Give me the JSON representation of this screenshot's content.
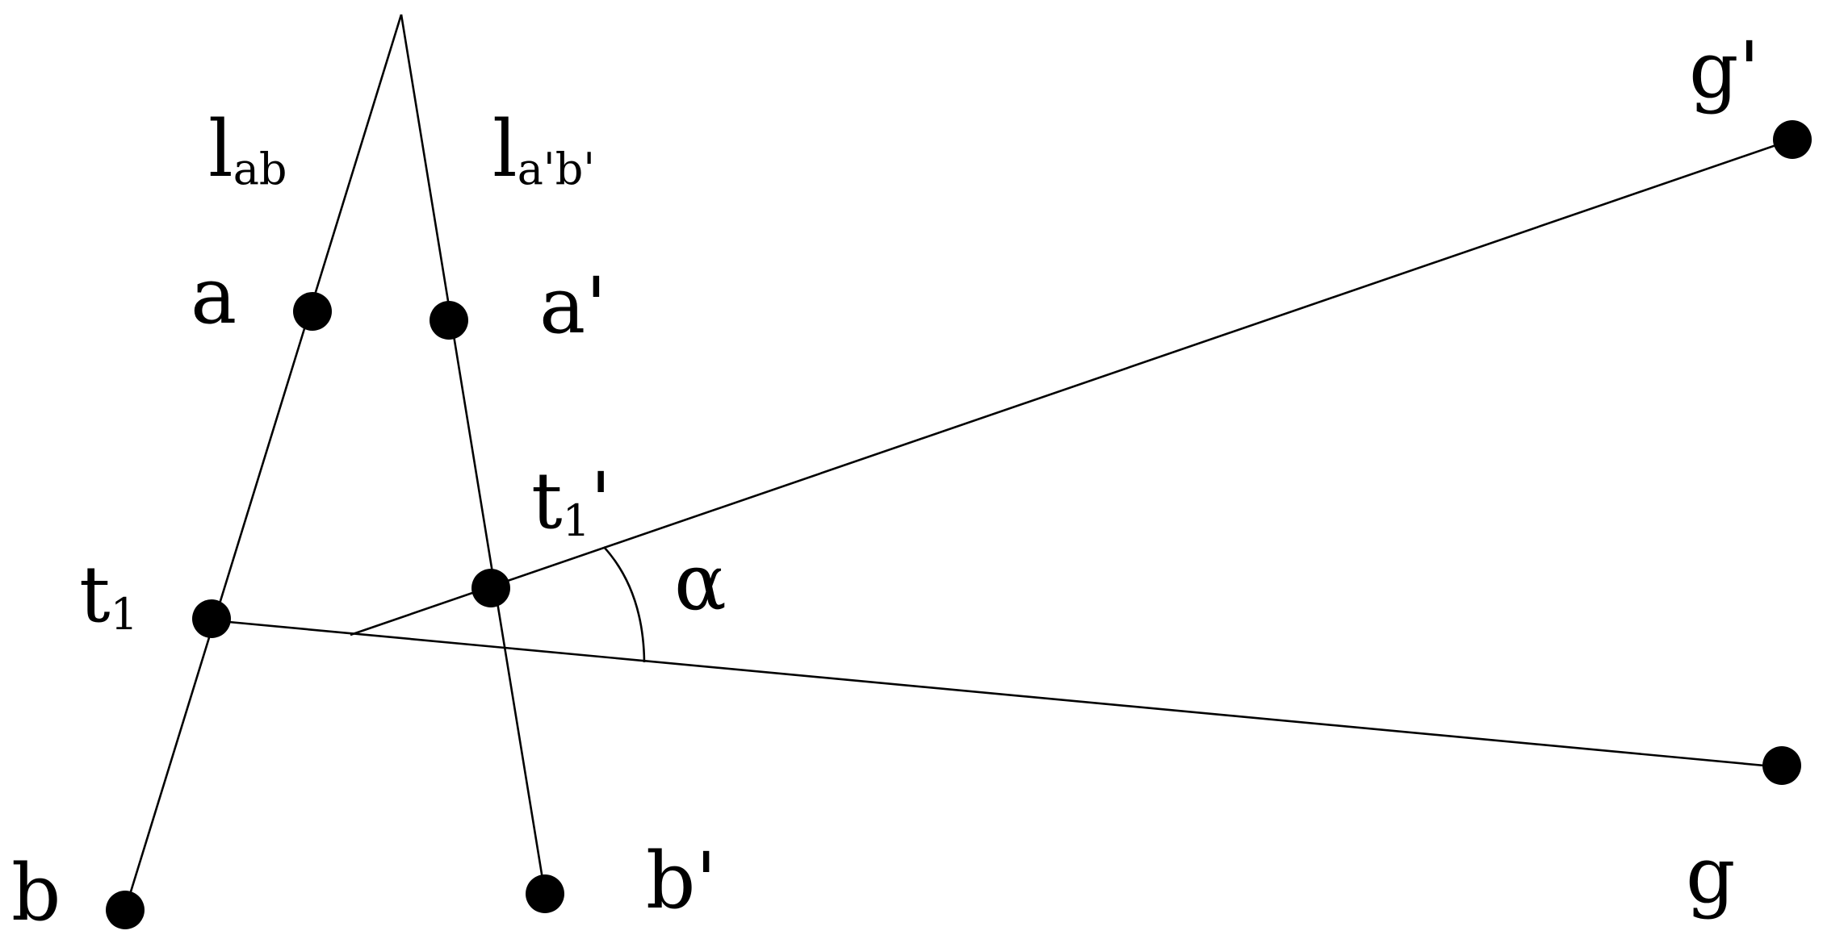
{
  "diagram": {
    "labels": {
      "l_ab": {
        "main": "l",
        "sub": "ab"
      },
      "l_apbp": {
        "main": "l",
        "sub": "a'b'"
      },
      "a": "a",
      "a_prime": "a'",
      "b": "b",
      "b_prime": "b'",
      "t1": {
        "main": "t",
        "sub": "1"
      },
      "t1_prime": {
        "main": "t",
        "sub": "1",
        "suffix": "'"
      },
      "alpha": "α",
      "g": "g",
      "g_prime": "g'"
    },
    "colors": {
      "stroke": "#000000",
      "background": "#ffffff"
    }
  }
}
